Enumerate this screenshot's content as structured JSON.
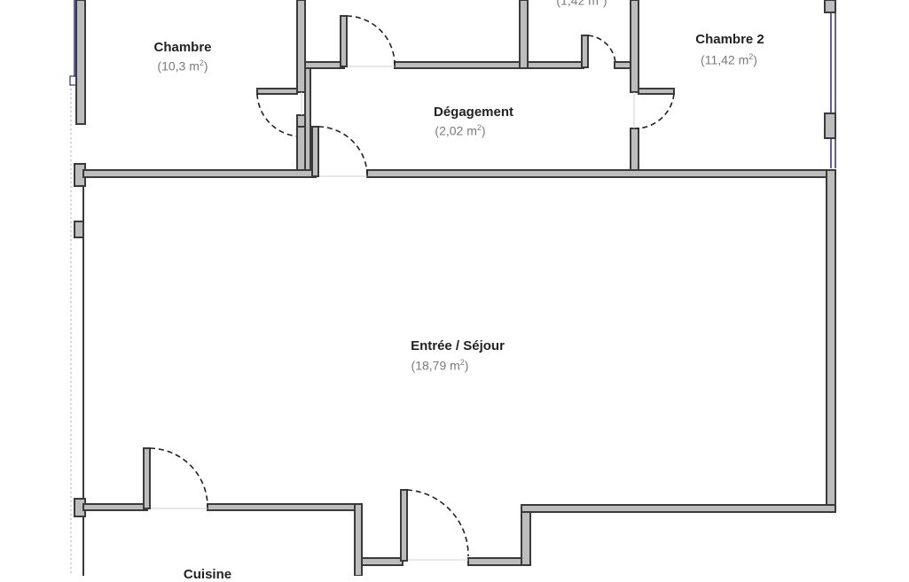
{
  "rooms": {
    "chambre": {
      "name": "Chambre",
      "area_value": "(10,3 m",
      "area_suffix": ")"
    },
    "chambre2": {
      "name": "Chambre 2",
      "area_value": "(11,42 m",
      "area_suffix": ")"
    },
    "degagement": {
      "name": "Dégagement",
      "area_value": "(2,02 m",
      "area_suffix": ")"
    },
    "sejour": {
      "name": "Entrée / Séjour",
      "area_value": "(18,79 m",
      "area_suffix": ")"
    },
    "top_small": {
      "area_value": "(1,42 m",
      "area_suffix": ")"
    },
    "cuisine": {
      "name": "Cuisine"
    }
  },
  "area_unit_exponent": "2",
  "colors": {
    "wall_fill": "#bdbdbd",
    "wall_stroke": "#3a3a3a",
    "window": "#2a2a8a"
  }
}
